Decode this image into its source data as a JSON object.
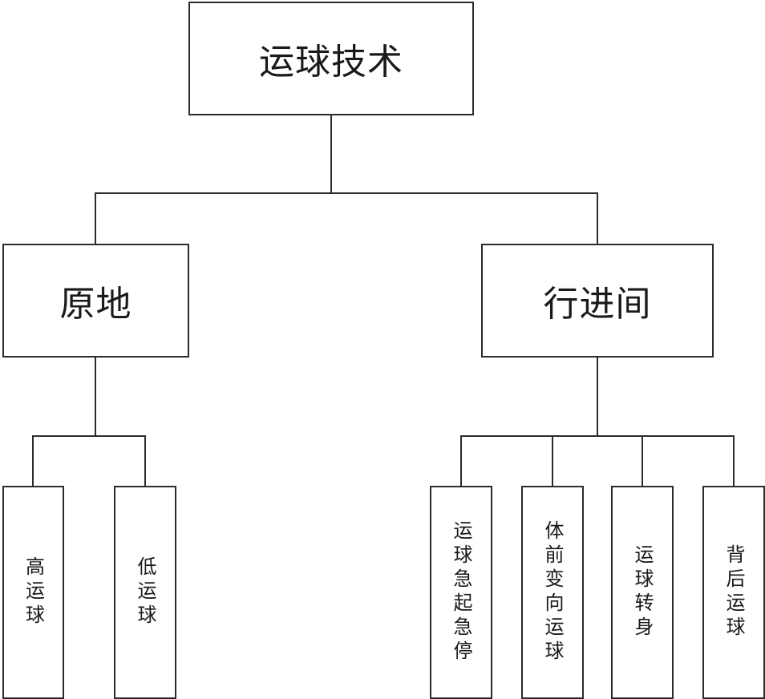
{
  "root": {
    "label": "运球技术"
  },
  "groups": [
    {
      "label": "原地",
      "children": [
        "高运球",
        "低运球"
      ]
    },
    {
      "label": "行进间",
      "children": [
        "运球急起急停",
        "体前变向运球",
        "运球转身",
        "背后运球"
      ]
    }
  ]
}
